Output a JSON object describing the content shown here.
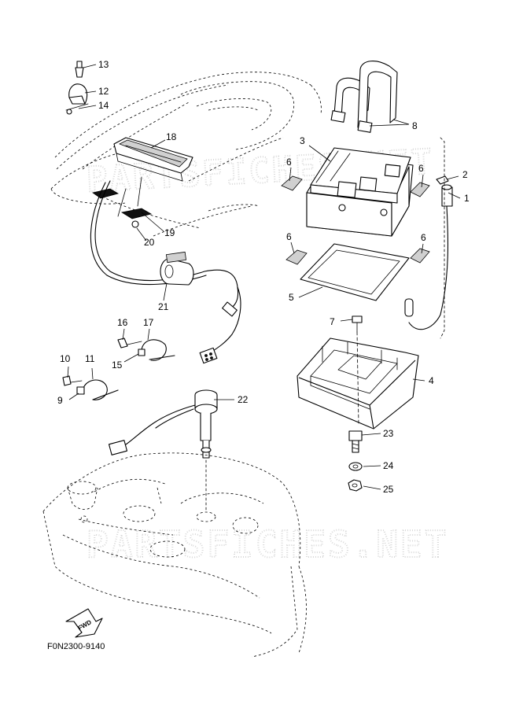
{
  "diagram": {
    "figure_code": "F0N2300-9140",
    "fwd_label": "FWD",
    "watermark": "PARTSFICHES.NET",
    "callouts": [
      "1",
      "2",
      "3",
      "4",
      "5",
      "6",
      "6",
      "6",
      "6",
      "7",
      "8",
      "9",
      "10",
      "11",
      "12",
      "13",
      "14",
      "15",
      "16",
      "17",
      "18",
      "19",
      "20",
      "21",
      "22",
      "23",
      "24",
      "25"
    ]
  }
}
